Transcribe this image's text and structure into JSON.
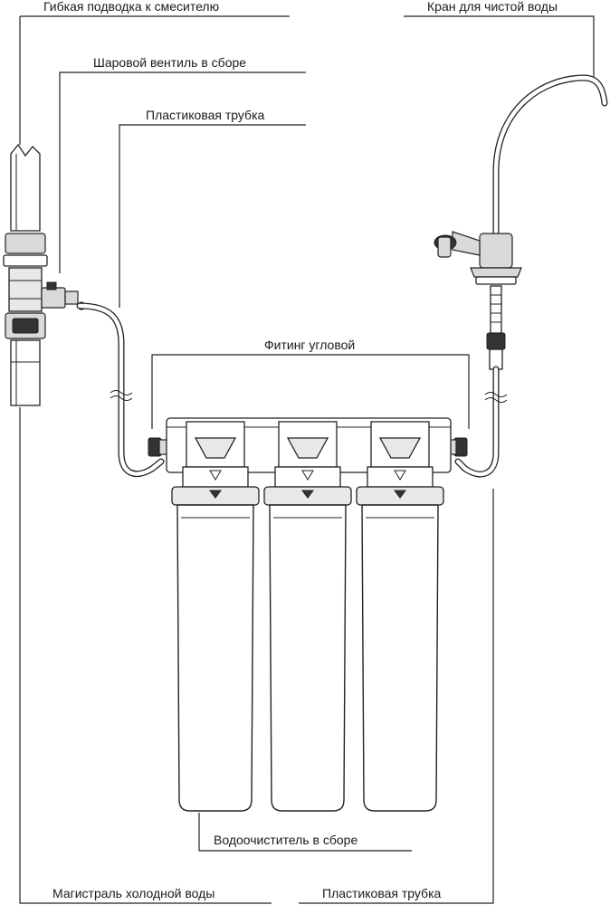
{
  "labels": {
    "flex_hose": "Гибкая подводка к смесителю",
    "clean_tap": "Кран для чистой воды",
    "ball_valve": "Шаровой вентиль в сборе",
    "plastic_tube_top": "Пластиковая трубка",
    "angle_fitting": "Фитинг угловой",
    "purifier": "Водоочиститель в сборе",
    "cold_main": "Магистраль холодной воды",
    "plastic_tube_bottom": "Пластиковая трубка"
  }
}
